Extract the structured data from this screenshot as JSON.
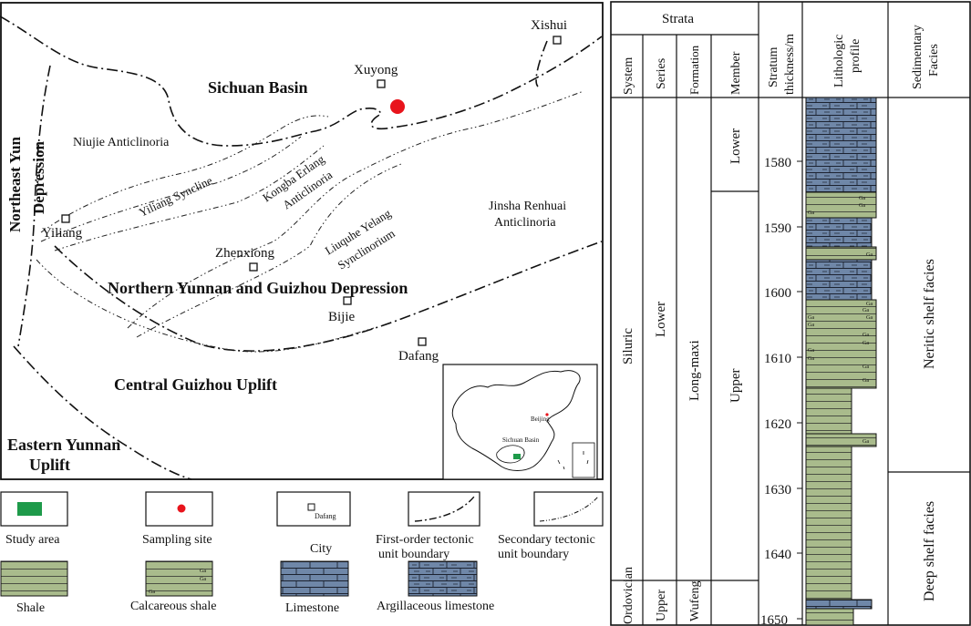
{
  "map": {
    "regions": {
      "sichuan_basin": "Sichuan Basin",
      "northeast_yun": "Northeast Yun",
      "depression": "Depression",
      "niujie": "Niujie Anticlinoria",
      "yiliang_syncline": "Yiliang Syncline",
      "kongba_1": "Kongba Erlang",
      "kongba_2": "Anticlinoria",
      "jinsha_1": "Jinsha Renhuai",
      "jinsha_2": "Anticlinoria",
      "liuquhe_1": "Liuquhe Yelang",
      "liuquhe_2": "Synclinorium",
      "northern_yunnan": "Northern Yunnan and Guizhou Depression",
      "central_guizhou": "Central Guizhou Uplift",
      "eastern_yunnan_1": "Eastern Yunnan",
      "eastern_yunnan_2": "Uplift"
    },
    "cities": {
      "xishui": "Xishui",
      "xuyong": "Xuyong",
      "yiliang": "Yiliang",
      "zhenxiong": "Zhenxiong",
      "bijie": "Bijie",
      "dafang": "Dafang"
    },
    "inset": {
      "beijing": "Beijing",
      "sichuan_basin": "Sichuan Basin"
    },
    "colors": {
      "sampling_site": "#e8141c",
      "study_area": "#1e9a4a",
      "shale": "#a9bb8c",
      "limestone": "#6f87a8"
    }
  },
  "legend": {
    "study_area": "Study area",
    "sampling_site": "Sampling site",
    "city": "City",
    "city_sample": "Dafang",
    "first_order_1": "First-order tectonic",
    "first_order_2": "unit boundary",
    "secondary_1": "Secondary tectonic",
    "secondary_2": "unit boundary",
    "shale": "Shale",
    "calcareous_shale": "Calcareous shale",
    "limestone": "Limestone",
    "argillaceous_limestone": "Argillaceous limestone",
    "ga": "Ga"
  },
  "column": {
    "strata": "Strata",
    "system": "System",
    "series": "Series",
    "formation": "Formation",
    "member": "Member",
    "thickness_1": "Stratum",
    "thickness_2": "thickness/m",
    "lithologic_1": "Lithologic",
    "lithologic_2": "profile",
    "facies_1": "Sedimentary",
    "facies_2": "Facies",
    "silurian": "Siluric",
    "ordovician": "Ordovician",
    "lower": "Lower",
    "upper": "Upper",
    "longmaxi": "Long-maxi",
    "wufeng": "Wufeng",
    "member_lower": "Lower",
    "member_upper": "Upper",
    "neritic": "Neritic shelf facies",
    "deep": "Deep shelf facies",
    "depth_ticks": [
      "1580",
      "1590",
      "1600",
      "1610",
      "1620",
      "1630",
      "1640",
      "1650"
    ]
  }
}
